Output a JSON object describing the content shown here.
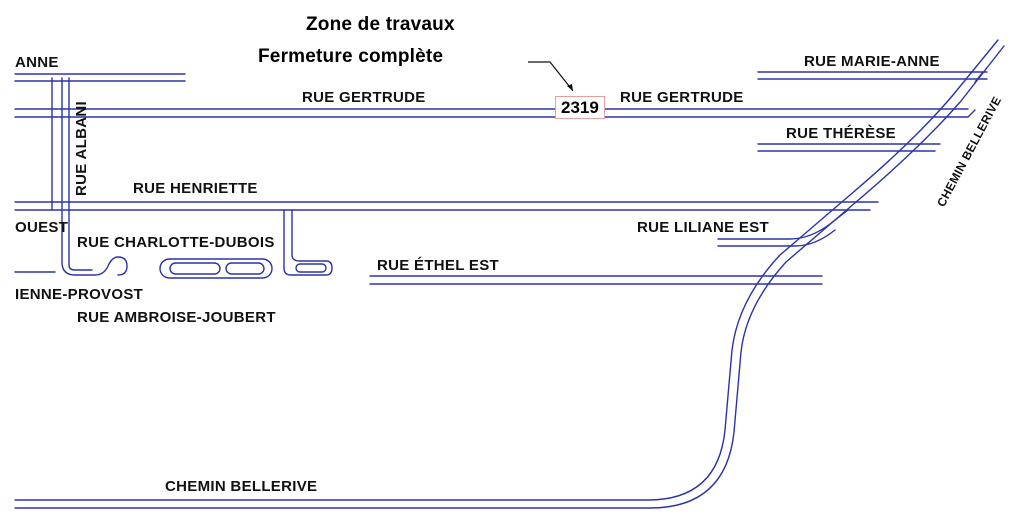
{
  "map": {
    "notice": {
      "title": "Zone de travaux",
      "subtitle": "Fermeture complète"
    },
    "marker": {
      "label": "2319",
      "border_color": "#e5a0a0"
    },
    "road_color": "#2b33a8",
    "streets": {
      "anne_fragment": "ANNE",
      "gertrude_west": "RUE  GERTRUDE",
      "gertrude_east": "RUE  GERTRUDE",
      "marie_anne": "RUE  MARIE-ANNE",
      "therese": "RUE  THÉRÈSE",
      "albani": "RUE ALBANI",
      "henriette": "RUE HENRIETTE",
      "ouest_fragment": "OUEST",
      "charlotte_dubois": "RUE CHARLOTTE-DUBOIS",
      "liliane_est": "RUE LILIANE EST",
      "ethel_est": "RUE ÉTHEL EST",
      "provost_fragment": "IENNE-PROVOST",
      "ambroise_joubert": "RUE AMBROISE-JOUBERT",
      "chemin_bellerive_diag": "CHEMIN BELLERIVE",
      "chemin_bellerive_bottom": "CHEMIN BELLERIVE"
    }
  }
}
